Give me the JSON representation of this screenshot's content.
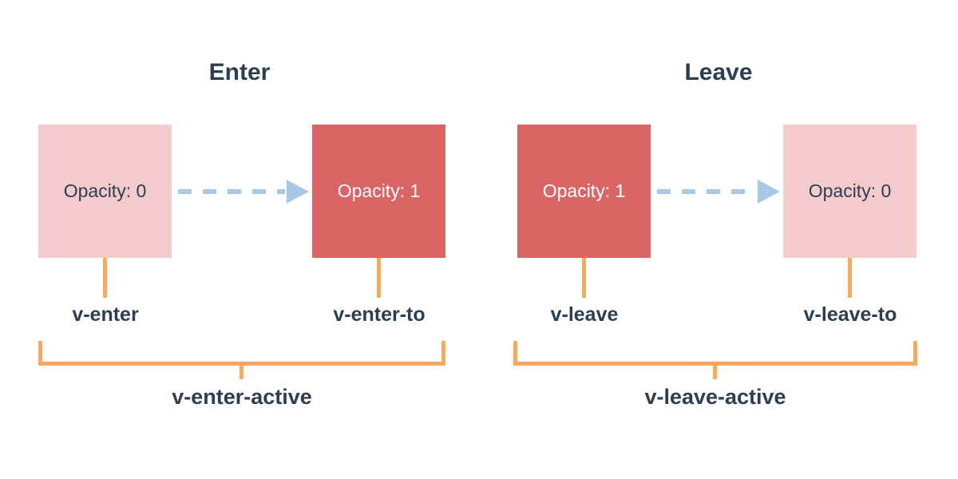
{
  "diagram": {
    "background": "#ffffff",
    "colors": {
      "heading_text": "#2c3e50",
      "box_light": "#f4cbcc",
      "box_light_text": "#2c3e50",
      "box_solid": "#db6565",
      "box_solid_text": "#ffffff",
      "arrow": "#a8c8e8",
      "bracket": "#f8a95f"
    },
    "panels": [
      {
        "title": "Enter",
        "from_box_label": "Opacity: 0",
        "to_box_label": "Opacity: 1",
        "from_class": "v-enter",
        "to_class": "v-enter-to",
        "active_class": "v-enter-active"
      },
      {
        "title": "Leave",
        "from_box_label": "Opacity: 1",
        "to_box_label": "Opacity: 0",
        "from_class": "v-leave",
        "to_class": "v-leave-to",
        "active_class": "v-leave-active"
      }
    ]
  }
}
